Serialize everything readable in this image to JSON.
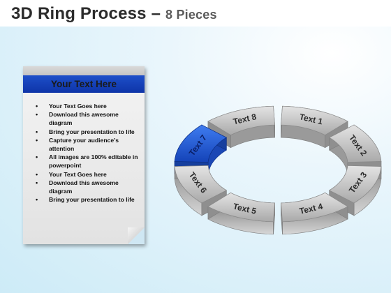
{
  "title": {
    "main": "3D Ring Process – ",
    "sub": "8 Pieces"
  },
  "card": {
    "header": "Your Text Here",
    "items": [
      "Your Text Goes here",
      "Download this awesome diagram",
      "Bring your presentation to life",
      "Capture your audience’s attention",
      "All images are 100% editable in powerpoint",
      "Your Text Goes here",
      "Download this awesome diagram",
      "Bring your presentation to life"
    ]
  },
  "ring": {
    "highlight_color": "#1f5bd6",
    "segment_color": "#b8b8b8",
    "segments": [
      {
        "label": "Text 1",
        "highlight": false
      },
      {
        "label": "Text 2",
        "highlight": false
      },
      {
        "label": "Text 3",
        "highlight": false
      },
      {
        "label": "Text 4",
        "highlight": false
      },
      {
        "label": "Text 5",
        "highlight": false
      },
      {
        "label": "Text 6",
        "highlight": false
      },
      {
        "label": "Text 7",
        "highlight": true
      },
      {
        "label": "Text 8",
        "highlight": false
      }
    ]
  }
}
